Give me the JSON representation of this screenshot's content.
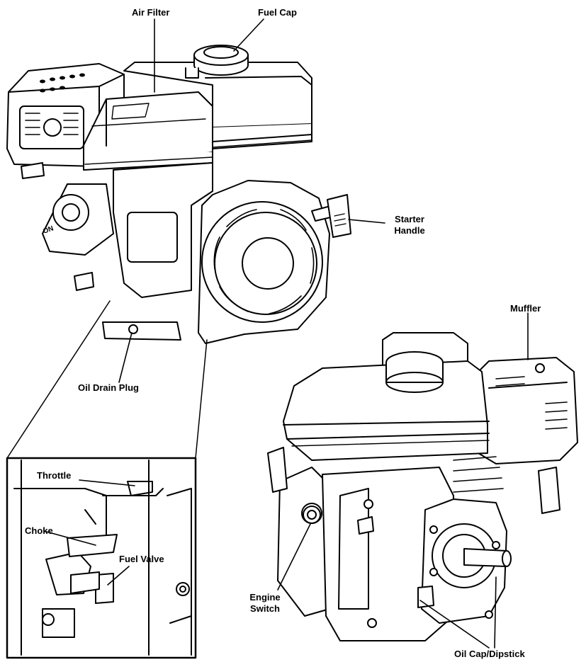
{
  "labels": {
    "air_filter": "Air Filter",
    "fuel_cap": "Fuel Cap",
    "starter_handle_line1": "Starter",
    "starter_handle_line2": "Handle",
    "oil_drain_plug": "Oil Drain Plug",
    "muffler": "Muffler",
    "throttle": "Throttle",
    "choke": "Choke",
    "fuel_valve": "Fuel Valve",
    "engine_switch_line1": "Engine",
    "engine_switch_line2": "Switch",
    "oil_cap_dipstick": "Oil Cap/Dipstick"
  },
  "badges": {
    "on_knob": "ON"
  },
  "colors": {
    "line": "#000000",
    "background": "#ffffff"
  }
}
